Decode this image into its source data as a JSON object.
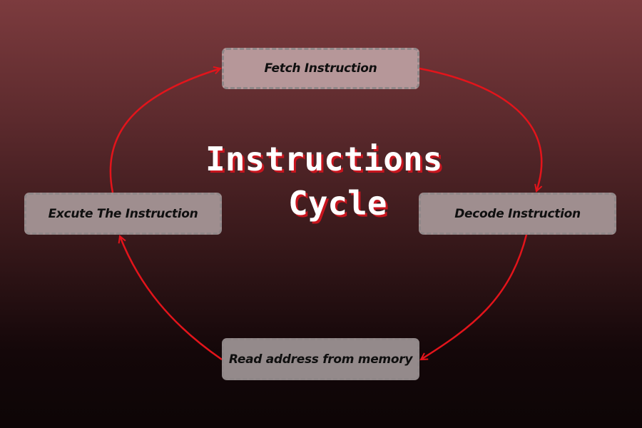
{
  "title": {
    "line1": "Instructions",
    "line2": "Cycle"
  },
  "nodes": {
    "fetch": "Fetch Instruction",
    "decode": "Decode Instruction",
    "read": "Read address from memory",
    "execute": "Excute The Instruction"
  },
  "colors": {
    "arrow": "#e3141b",
    "title_shadow": "#c8151e",
    "node_border": "#8f8788"
  }
}
